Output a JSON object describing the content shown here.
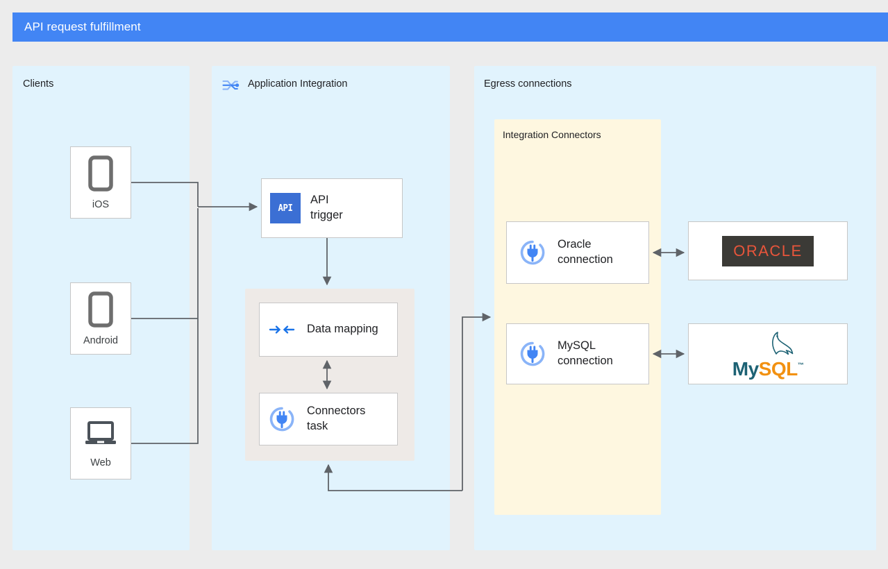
{
  "header": {
    "title": "API request fulfillment",
    "bar_color": "#4285f4"
  },
  "panels": {
    "clients": {
      "label": "Clients",
      "bg_color": "#e1f3fd"
    },
    "application_integration": {
      "label": "Application Integration",
      "icon": "application-integration-icon",
      "bg_color": "#e1f3fd"
    },
    "egress": {
      "label": "Egress connections",
      "bg_color": "#e1f3fd"
    }
  },
  "groups": {
    "integration_connectors": {
      "label": "Integration Connectors",
      "bg_color": "#fef7e0"
    },
    "tasks_group": {
      "bg_color": "#eeeae7"
    }
  },
  "clients": [
    {
      "label": "iOS",
      "icon": "phone-icon"
    },
    {
      "label": "Android",
      "icon": "phone-icon"
    },
    {
      "label": "Web",
      "icon": "laptop-icon"
    }
  ],
  "integration_nodes": [
    {
      "label": "API\ntrigger",
      "icon": "api-badge-icon",
      "badge_text": "API",
      "badge_color": "#3b6fd4"
    },
    {
      "label": "Data mapping",
      "icon": "data-mapping-icon"
    },
    {
      "label": "Connectors\ntask",
      "icon": "connector-plug-icon"
    }
  ],
  "connections": [
    {
      "label": "Oracle\nconnection",
      "icon": "connector-plug-icon"
    },
    {
      "label": "MySQL\nconnection",
      "icon": "connector-plug-icon"
    }
  ],
  "backends": [
    {
      "name": "oracle-logo",
      "text": "ORACLE",
      "text_color": "#e8553b",
      "bg_color": "#3b3a36"
    },
    {
      "name": "mysql-logo",
      "text_primary": "My",
      "text_secondary": "SQL",
      "trademark": "™",
      "primary_color": "#1d6274",
      "secondary_color": "#f29111"
    }
  ],
  "edge_color": "#5f6368"
}
